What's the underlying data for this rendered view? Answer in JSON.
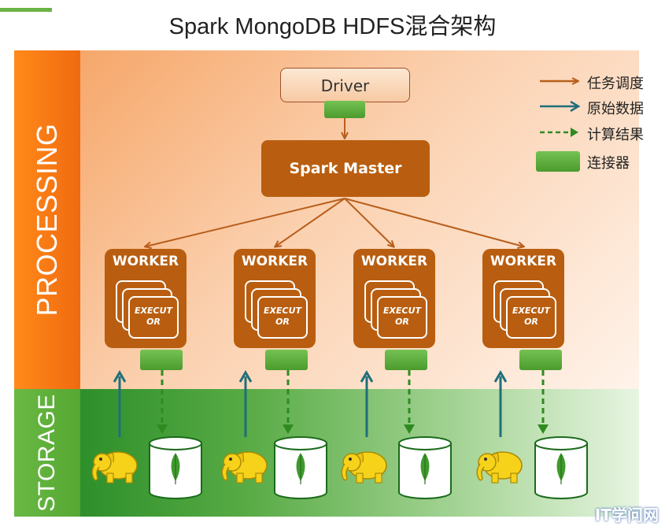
{
  "title": "Spark MongoDB HDFS混合架构",
  "side_labels": {
    "processing": "PROCESSING",
    "storage": "STORAGE"
  },
  "driver": {
    "label": "Driver"
  },
  "master": {
    "label": "Spark Master"
  },
  "workers": [
    {
      "label": "WORKER",
      "executor_line1": "EXECUT",
      "executor_line2": "OR"
    },
    {
      "label": "WORKER",
      "executor_line1": "EXECUT",
      "executor_line2": "OR"
    },
    {
      "label": "WORKER",
      "executor_line1": "EXECUT",
      "executor_line2": "OR"
    },
    {
      "label": "WORKER",
      "executor_line1": "EXECUT",
      "executor_line2": "OR"
    }
  ],
  "legend": {
    "task_scheduling": "任务调度",
    "raw_data": "原始数据",
    "compute_result": "计算结果",
    "connector": "连接器"
  },
  "colors": {
    "task_arrow": "#b85e1b",
    "data_arrow": "#1f6f7a",
    "result_arrow": "#2e8b20",
    "connector": "#5fb33f",
    "node": "#b95e10"
  },
  "icons": {
    "hadoop": "hadoop-elephant-icon",
    "mongodb": "mongodb-leaf-icon"
  },
  "watermark": "IT学问网"
}
